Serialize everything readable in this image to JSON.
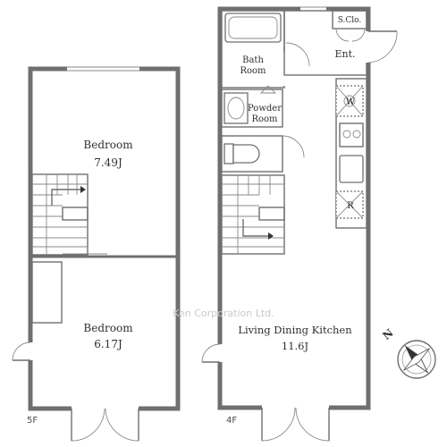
{
  "floors": {
    "fifth": {
      "label": "5F",
      "rooms": [
        {
          "name": "Bedroom",
          "size": "7.49J"
        },
        {
          "name": "Bedroom",
          "size": "6.17J"
        }
      ]
    },
    "fourth": {
      "label": "4F",
      "rooms": [
        {
          "name": "Bath",
          "name2": "Room"
        },
        {
          "name": "Powder",
          "name2": "Room"
        },
        {
          "name": "Ent."
        },
        {
          "name": "S.Clo."
        },
        {
          "name": "Living Dining Kitchen",
          "size": "11.6J"
        }
      ],
      "appliances": {
        "washer": "W",
        "fridge": "R"
      }
    }
  },
  "compass": {
    "north": "N"
  },
  "watermark": "Ken Corporation Ltd."
}
